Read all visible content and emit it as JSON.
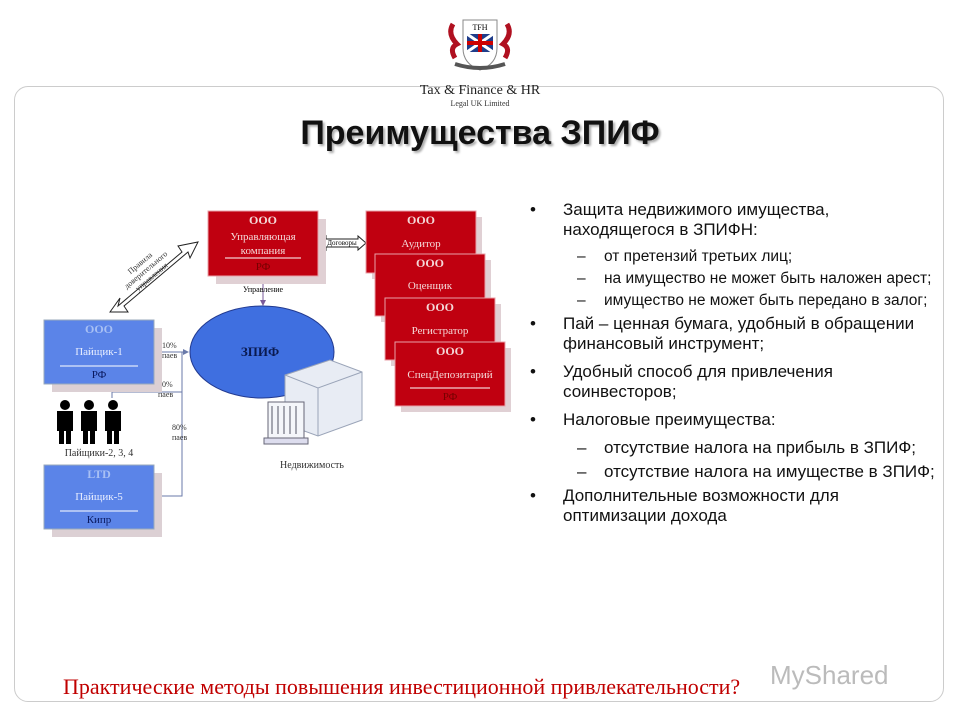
{
  "logo": {
    "emblem_text": "TFH",
    "firm": "Tax & Finance & HR",
    "subtitle": "Legal UK Limited"
  },
  "title": "Преимущества ЗПИФ",
  "diagram": {
    "management": {
      "type": "ООО",
      "name1": "Управляющая",
      "name2": "компания",
      "country": "РФ"
    },
    "auditor": {
      "type": "ООО",
      "name": "Аудитор"
    },
    "appraiser": {
      "type": "ООО",
      "name": "Оценщик"
    },
    "registrar": {
      "type": "ООО",
      "name": "Регистратор"
    },
    "depositary": {
      "type": "ООО",
      "name": "СпецДепозитарий",
      "country": "РФ"
    },
    "contracts_label": "Договоры",
    "rules_label": [
      "Правила",
      "доверительного",
      "управления"
    ],
    "management_label": "Управление",
    "fund": "ЗПИФ",
    "holder1": {
      "type": "ООО",
      "name": "Пайщик-1",
      "country": "РФ"
    },
    "holders234": "Пайщики-2, 3, 4",
    "holder5": {
      "type": "LTD",
      "name": "Пайщик-5",
      "country": "Кипр"
    },
    "share1": [
      "10%",
      "паев"
    ],
    "share2": [
      "10%",
      "паев"
    ],
    "share3": [
      "80%",
      "паев"
    ],
    "realty": "Недвижимость"
  },
  "bullets": [
    {
      "text": "Защита недвижимого имущества, находящегося в ЗПИФН:",
      "sub": [
        "от претензий третьих лиц;",
        "на имущество не может быть наложен арест;",
        "имущество не может быть передано в залог;"
      ]
    },
    {
      "text": "Пай – ценная бумага, удобный в обращении финансовый инструмент;",
      "sub": []
    },
    {
      "text": "Удобный способ для привлечения соинвесторов;",
      "sub": []
    },
    {
      "text": "Налоговые преимущества:",
      "sub": [
        "отсутствие налога на прибыль в ЗПИФ;",
        "отсутствие налога на имуществе в ЗПИФ;"
      ]
    },
    {
      "text": "Дополнительные возможности для оптимизации дохода",
      "sub": []
    }
  ],
  "footer": "Практические методы повышения инвестиционной привлекательности?",
  "watermark": "MyShared",
  "colors": {
    "red_box": "#c00010",
    "blue_box": "#5b84e8",
    "fund": "#3f6fe0",
    "footer": "#c00000"
  }
}
